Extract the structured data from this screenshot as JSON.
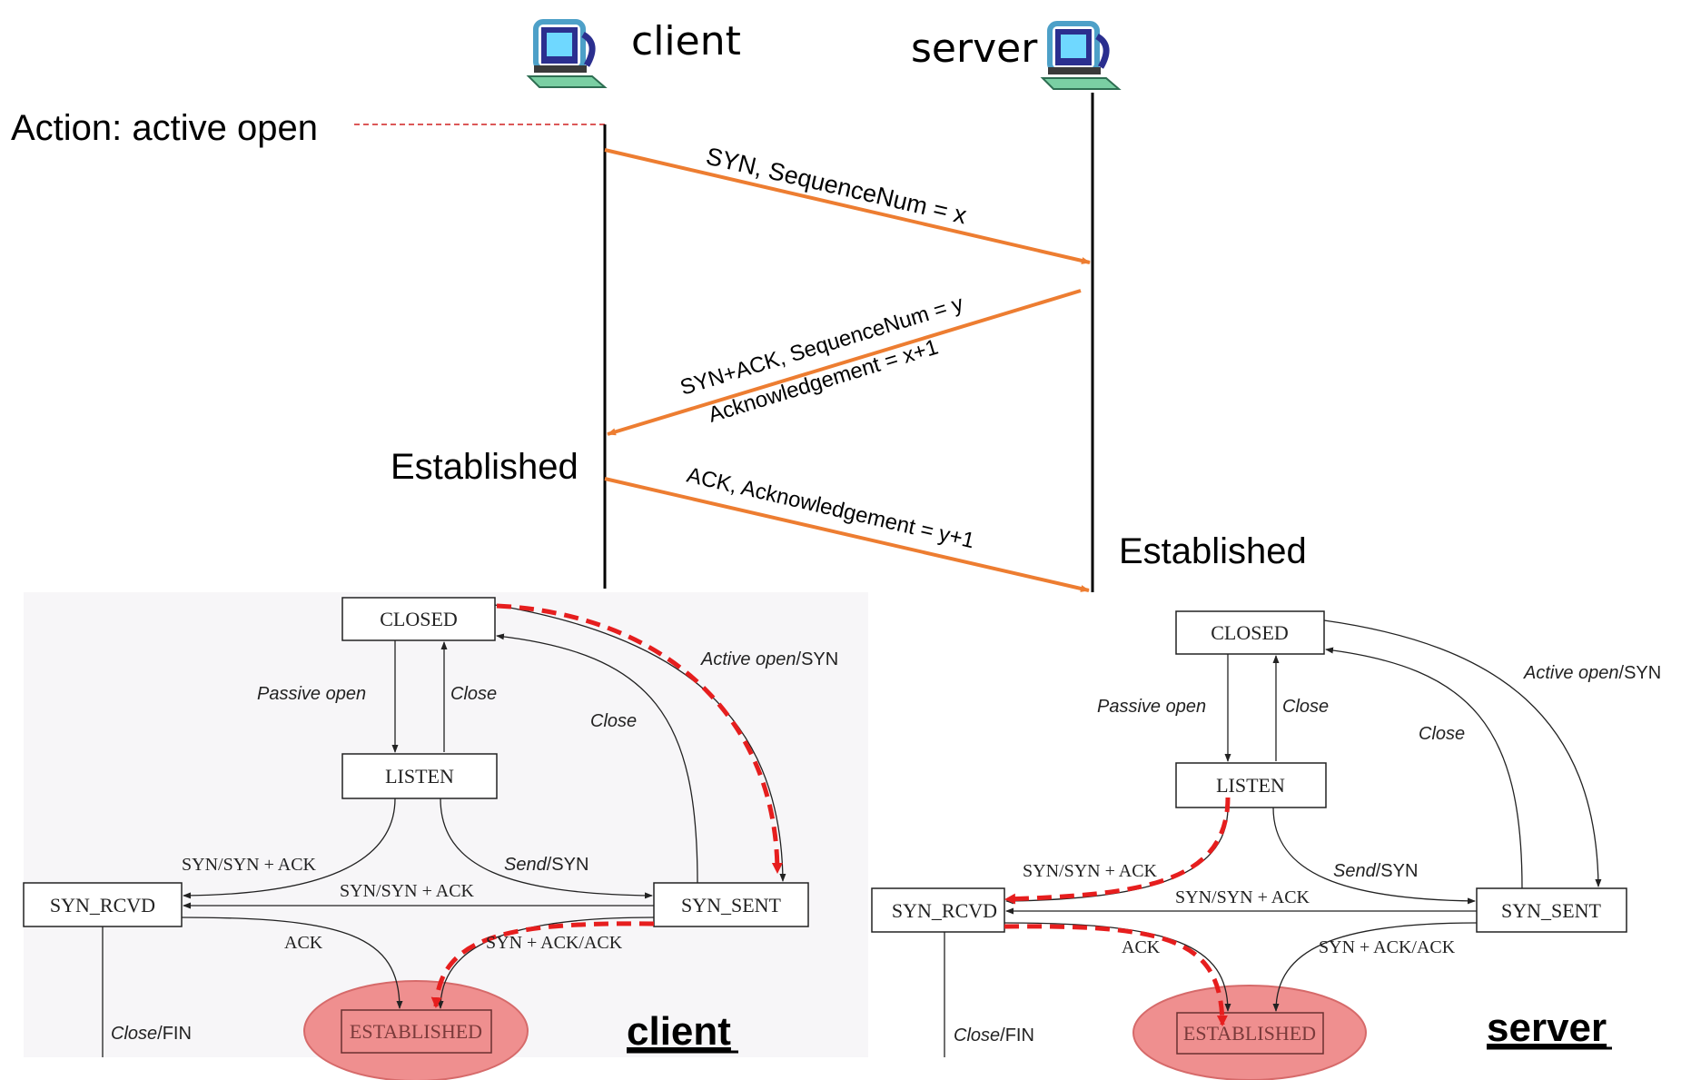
{
  "header": {
    "client_label": "client",
    "server_label": "server",
    "icon_left": "computer-icon",
    "icon_right": "computer-icon"
  },
  "timeline": {
    "action_label": "Action: active open",
    "client_established": "Established",
    "server_established": "Established",
    "messages": {
      "syn": "SYN, SequenceNum = x",
      "synack_1": "SYN+ACK, SequenceNum = y",
      "synack_2": "Acknowledgement = x+1",
      "ack": "ACK, Acknowledgement = y+1"
    }
  },
  "state_diagram": {
    "states": {
      "closed": "CLOSED",
      "listen": "LISTEN",
      "syn_rcvd": "SYN_RCVD",
      "syn_sent": "SYN_SENT",
      "established": "ESTABLISHED"
    },
    "transitions": {
      "passive_open": "Passive open",
      "close": "Close",
      "active_open_italic": "Active open",
      "active_open_rest": "/SYN",
      "syn_synack": "SYN/SYN + ACK",
      "send_italic": "Send",
      "send_rest": "/SYN",
      "ack": "ACK",
      "synack_ack": "SYN + ACK/ACK",
      "close_fin_italic": "Close",
      "close_fin_rest": "/FIN"
    }
  },
  "captions": {
    "client": "client",
    "server": "server"
  },
  "colors": {
    "message_arrow": "#ed7d31",
    "highlight_path": "#e61e1e",
    "established_fill": "#ef8f8f",
    "panel_bg": "#f7f6f8"
  }
}
